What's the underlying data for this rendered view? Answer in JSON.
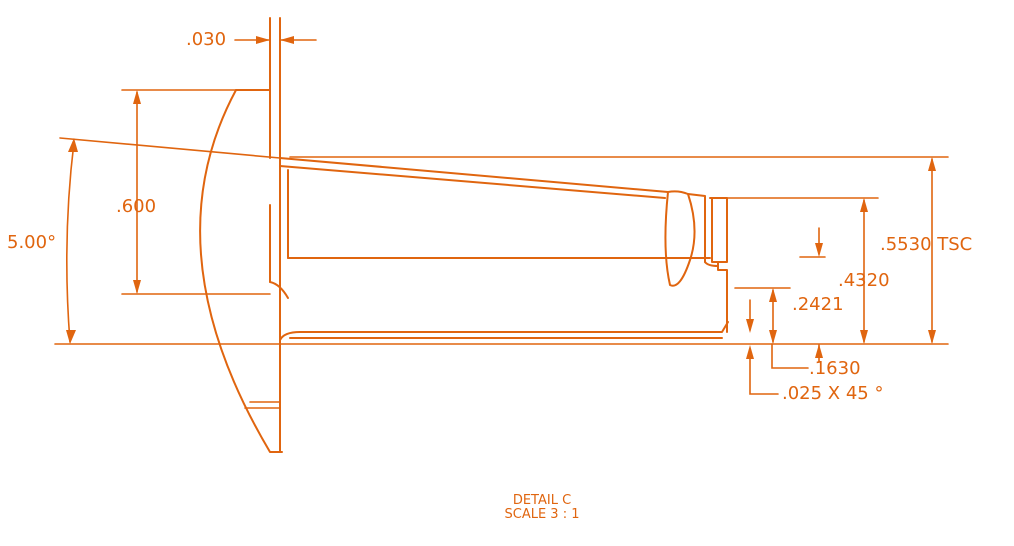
{
  "colors": {
    "line": "#e0650f",
    "background": "#ffffff"
  },
  "dimensions": {
    "thickness": ".030",
    "flange_height": ".600",
    "taper_angle": "5.00°",
    "tsc": ".5530 TSC",
    "d4320": ".4320",
    "d2421": ".2421",
    "d1630": ".1630",
    "chamfer": ".025 X 45 °"
  },
  "caption": {
    "line1": "DETAIL C",
    "line2": "SCALE 3 : 1"
  }
}
